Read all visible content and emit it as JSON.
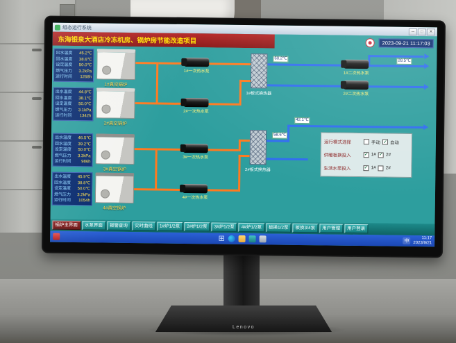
{
  "env": {
    "brand": "Lenovo"
  },
  "screen": {
    "titlebar": {
      "app_title": "组态运行系统",
      "min": "─",
      "max": "□",
      "close": "✕"
    },
    "banner": {
      "title": "东海银泉大酒店冷冻机房、锅炉房节能改造项目",
      "datetime": "2023-09-21 11:17:03"
    },
    "boilers": [
      {
        "name": "1#真空锅炉",
        "params": [
          {
            "label": "出水温度",
            "value": "45.2℃"
          },
          {
            "label": "回水温度",
            "value": "38.6℃"
          },
          {
            "label": "设定温度",
            "value": "50.0℃"
          },
          {
            "label": "燃气压力",
            "value": "3.2kPa"
          },
          {
            "label": "运行时间",
            "value": "1268h"
          }
        ]
      },
      {
        "name": "2#真空锅炉",
        "params": [
          {
            "label": "出水温度",
            "value": "44.8℃"
          },
          {
            "label": "回水温度",
            "value": "38.1℃"
          },
          {
            "label": "设定温度",
            "value": "50.0℃"
          },
          {
            "label": "燃气压力",
            "value": "3.1kPa"
          },
          {
            "label": "运行时间",
            "value": "1342h"
          }
        ]
      },
      {
        "name": "3#真空锅炉",
        "params": [
          {
            "label": "出水温度",
            "value": "46.5℃"
          },
          {
            "label": "回水温度",
            "value": "39.2℃"
          },
          {
            "label": "设定温度",
            "value": "50.0℃"
          },
          {
            "label": "燃气压力",
            "value": "3.3kPa"
          },
          {
            "label": "运行时间",
            "value": "986h"
          }
        ]
      },
      {
        "name": "4#真空锅炉",
        "params": [
          {
            "label": "出水温度",
            "value": "45.9℃"
          },
          {
            "label": "回水温度",
            "value": "38.8℃"
          },
          {
            "label": "设定温度",
            "value": "50.0℃"
          },
          {
            "label": "燃气压力",
            "value": "3.2kPa"
          },
          {
            "label": "运行时间",
            "value": "1054h"
          }
        ]
      }
    ],
    "pumps": [
      {
        "label": "1#一次热水泵"
      },
      {
        "label": "2#一次热水泵"
      },
      {
        "label": "3#一次热水泵"
      },
      {
        "label": "4#一次热水泵"
      },
      {
        "label": "1#二次热水泵"
      },
      {
        "label": "2#二次热水泵"
      }
    ],
    "exchangers": [
      {
        "label": "1#板式换热器"
      },
      {
        "label": "2#板式换热器"
      }
    ],
    "pipe_tags": [
      {
        "value": "60.2℃"
      },
      {
        "value": "28.5℃"
      },
      {
        "value": "58.6℃"
      },
      {
        "value": "42.1℃"
      }
    ],
    "legend": {
      "rows": [
        {
          "label": "运行模式选择",
          "options": [
            {
              "text": "手动",
              "mark": ""
            },
            {
              "text": "自动",
              "mark": "✓"
            }
          ]
        },
        {
          "label": "供暖板换投入",
          "options": [
            {
              "text": "1#",
              "mark": "✓"
            },
            {
              "text": "2#",
              "mark": "✓"
            }
          ]
        },
        {
          "label": "生活水泵投入",
          "options": [
            {
              "text": "1#",
              "mark": "✓"
            },
            {
              "text": "2#",
              "mark": ""
            }
          ]
        }
      ]
    },
    "nav": {
      "buttons": [
        {
          "label": "锅炉主界面"
        },
        {
          "label": "水泵界面"
        },
        {
          "label": "报警查询"
        },
        {
          "label": "实时曲线"
        },
        {
          "label": "1#炉1/2泵"
        },
        {
          "label": "2#炉1/2泵"
        },
        {
          "label": "3#炉1/2泵"
        },
        {
          "label": "4#炉1/2泵"
        },
        {
          "label": "板换1/2泵"
        },
        {
          "label": "板换3/4泵"
        },
        {
          "label": "用户管理"
        },
        {
          "label": "用户登录"
        }
      ]
    },
    "taskbar": {
      "ime": "中",
      "time": "11:17",
      "date": "2023/9/21"
    }
  }
}
